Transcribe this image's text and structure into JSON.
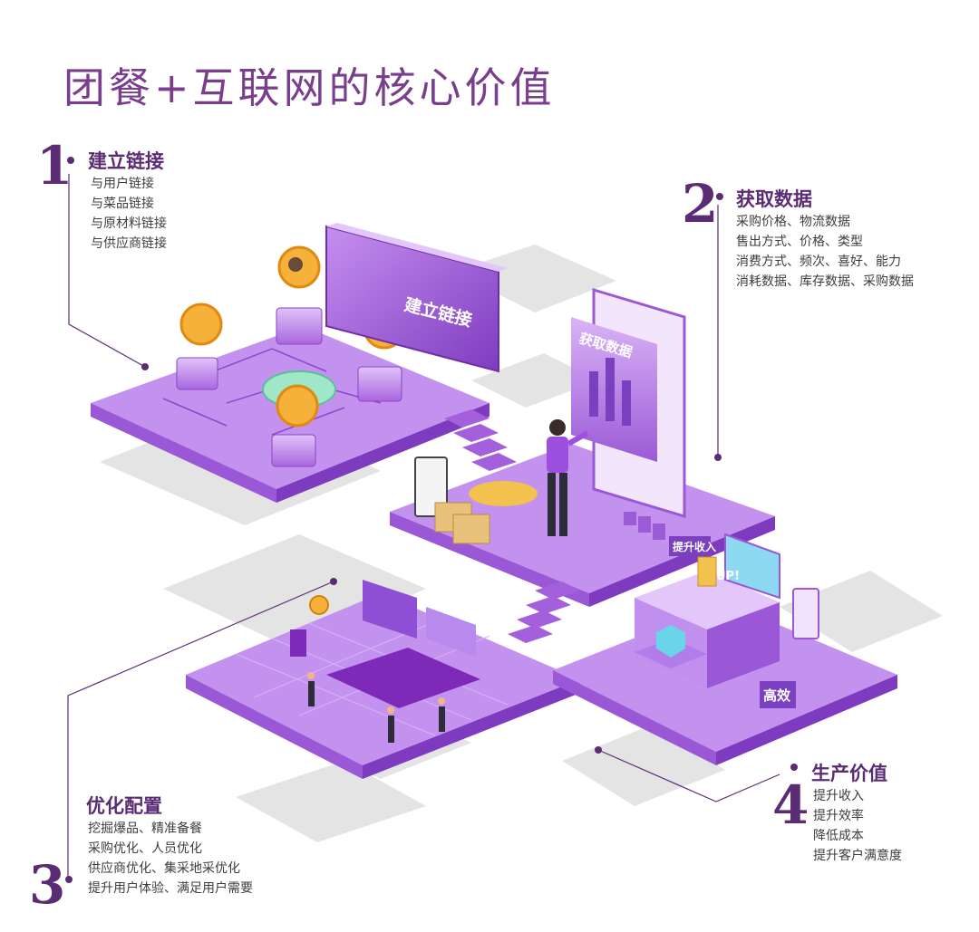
{
  "title": "团餐+互联网的核心价值",
  "sections": [
    {
      "number": "1",
      "heading": "建立链接",
      "items": [
        "与用户链接",
        "与菜品链接",
        "与原材料链接",
        "与供应商链接"
      ]
    },
    {
      "number": "2",
      "heading": "获取数据",
      "items": [
        "采购价格、物流数据",
        "售出方式、价格、类型",
        "消费方式、频次、喜好、能力",
        "消耗数据、库存数据、采购数据"
      ]
    },
    {
      "number": "3",
      "heading": "优化配置",
      "items": [
        "挖掘爆品、精准备餐",
        "采购优化、人员优化",
        "供应商优化、集采地采优化",
        "提升用户体验、满足用户需要"
      ]
    },
    {
      "number": "4",
      "heading": "生产价值",
      "items": [
        "提升收入",
        "提升效率",
        "降低成本",
        "提升客户满意度"
      ]
    }
  ],
  "platform_labels": {
    "panel1": "建立链接",
    "panel2": "获取数据",
    "badge_revenue": "提升收入",
    "badge_up": "UP!",
    "badge_efficiency": "高效"
  },
  "colors": {
    "primary": "#5b2c74",
    "title": "#7a3f8c",
    "platform": "#b47ae0",
    "platform_light": "#d2a8f2",
    "platform_dark": "#8a45c6"
  }
}
